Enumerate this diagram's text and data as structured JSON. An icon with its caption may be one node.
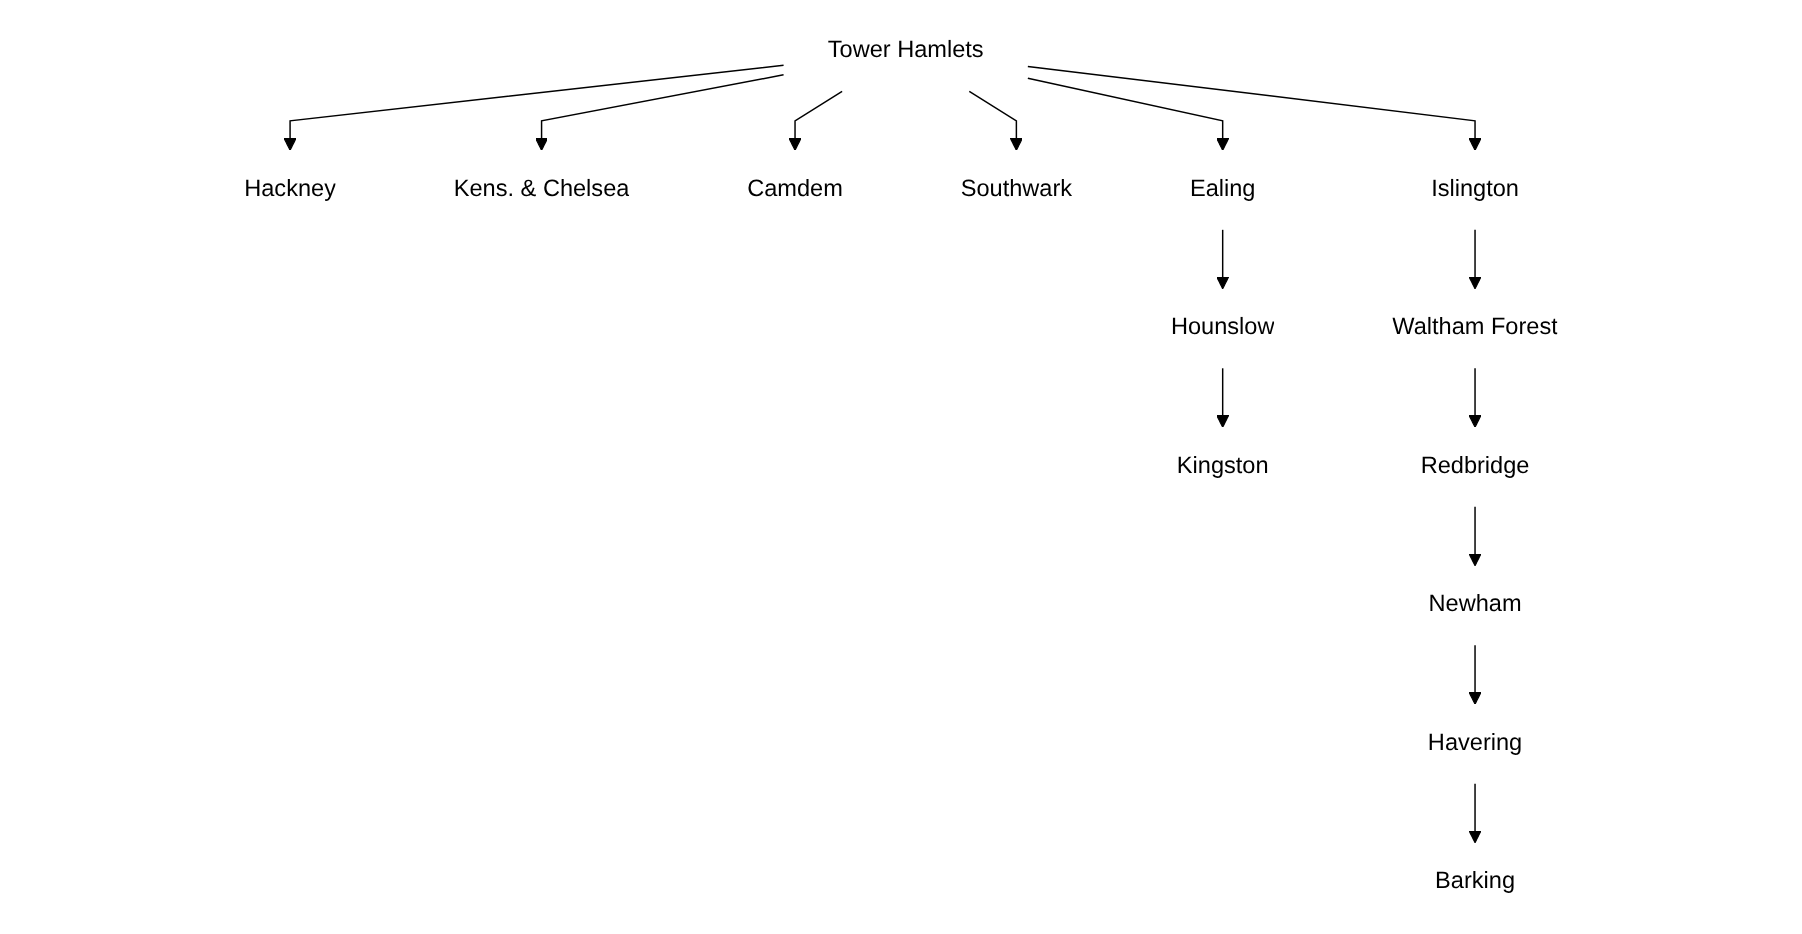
{
  "diagram": {
    "nodes": [
      {
        "text": [
          "Tower Hamlets"
        ]
      },
      {
        "text": [
          "Hackney"
        ]
      },
      {
        "text": [
          "Kens. & Chelsea"
        ]
      },
      {
        "text": [
          "Camdem"
        ]
      },
      {
        "text": [
          "Southwark"
        ]
      },
      {
        "text": [
          "Ealing"
        ]
      },
      {
        "text": [
          "Islington"
        ]
      },
      {
        "text": [
          "Hounslow"
        ]
      },
      {
        "text": [
          "Waltham Forest"
        ]
      },
      {
        "text": [
          "Kingston"
        ]
      },
      {
        "text": [
          "Redbridge"
        ]
      },
      {
        "text": [
          "Newham"
        ]
      },
      {
        "text": [
          "Havering"
        ]
      },
      {
        "text": [
          "Barking"
        ]
      }
    ],
    "edges": [
      {
        "from": 0,
        "to": 1,
        "arrow": "to"
      },
      {
        "from": 0,
        "to": 2,
        "arrow": "to"
      },
      {
        "from": 0,
        "to": 3,
        "arrow": "to"
      },
      {
        "from": 0,
        "to": 4,
        "arrow": "to"
      },
      {
        "from": 0,
        "to": 5,
        "arrow": "to"
      },
      {
        "from": 0,
        "to": 6,
        "arrow": "to"
      },
      {
        "from": 5,
        "to": 7,
        "arrow": "to"
      },
      {
        "from": 7,
        "to": 9,
        "arrow": "to"
      },
      {
        "from": 6,
        "to": 8,
        "arrow": "to"
      },
      {
        "from": 8,
        "to": 10,
        "arrow": "to"
      },
      {
        "from": 10,
        "to": 11,
        "arrow": "to"
      },
      {
        "from": 11,
        "to": 12,
        "arrow": "to"
      },
      {
        "from": 12,
        "to": 13,
        "arrow": "to"
      }
    ]
  }
}
